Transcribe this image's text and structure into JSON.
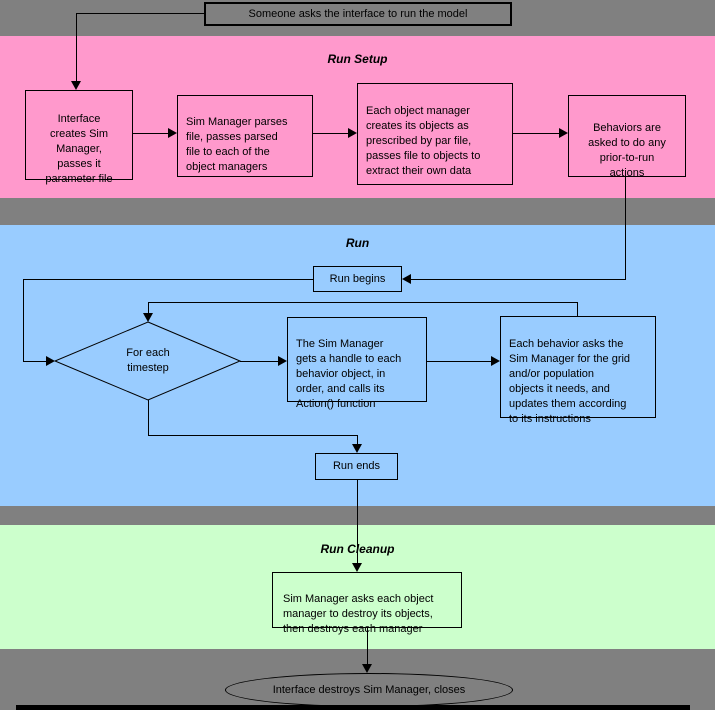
{
  "colors": {
    "background": "#808080",
    "setup_band": "#ff99cc",
    "run_band": "#99ccff",
    "cleanup_band": "#ccffcc",
    "connector": "#000000"
  },
  "start_node": {
    "label": "Someone asks the interface to run the model"
  },
  "setup": {
    "title": "Run Setup",
    "nodes": [
      {
        "label": "Interface\ncreates Sim\nManager,\npasses it\nparameter file"
      },
      {
        "label": "Sim Manager parses\nfile, passes parsed\nfile to each of the\nobject managers"
      },
      {
        "label": "Each object manager\ncreates its objects as\nprescribed by par file,\npasses file to objects to\nextract their own data"
      },
      {
        "label": "Behaviors are\nasked to do any\nprior-to-run\nactions"
      }
    ]
  },
  "run": {
    "title": "Run",
    "begin": {
      "label": "Run begins"
    },
    "decision": {
      "label": "For each\ntimestep"
    },
    "sim_manager": {
      "label": "The Sim Manager\ngets a handle to each\nbehavior object, in\norder, and calls its\nAction() function"
    },
    "behavior": {
      "label": "Each behavior asks the\nSim Manager for the grid\nand/or population\nobjects it needs, and\nupdates them according\nto its instructions"
    },
    "end": {
      "label": "Run ends"
    }
  },
  "cleanup": {
    "title": "Run Cleanup",
    "destroy": {
      "label": "Sim Manager asks each object\nmanager to destroy its objects,\nthen destroys each manager"
    }
  },
  "terminal_node": {
    "label": "Interface destroys Sim Manager, closes"
  }
}
